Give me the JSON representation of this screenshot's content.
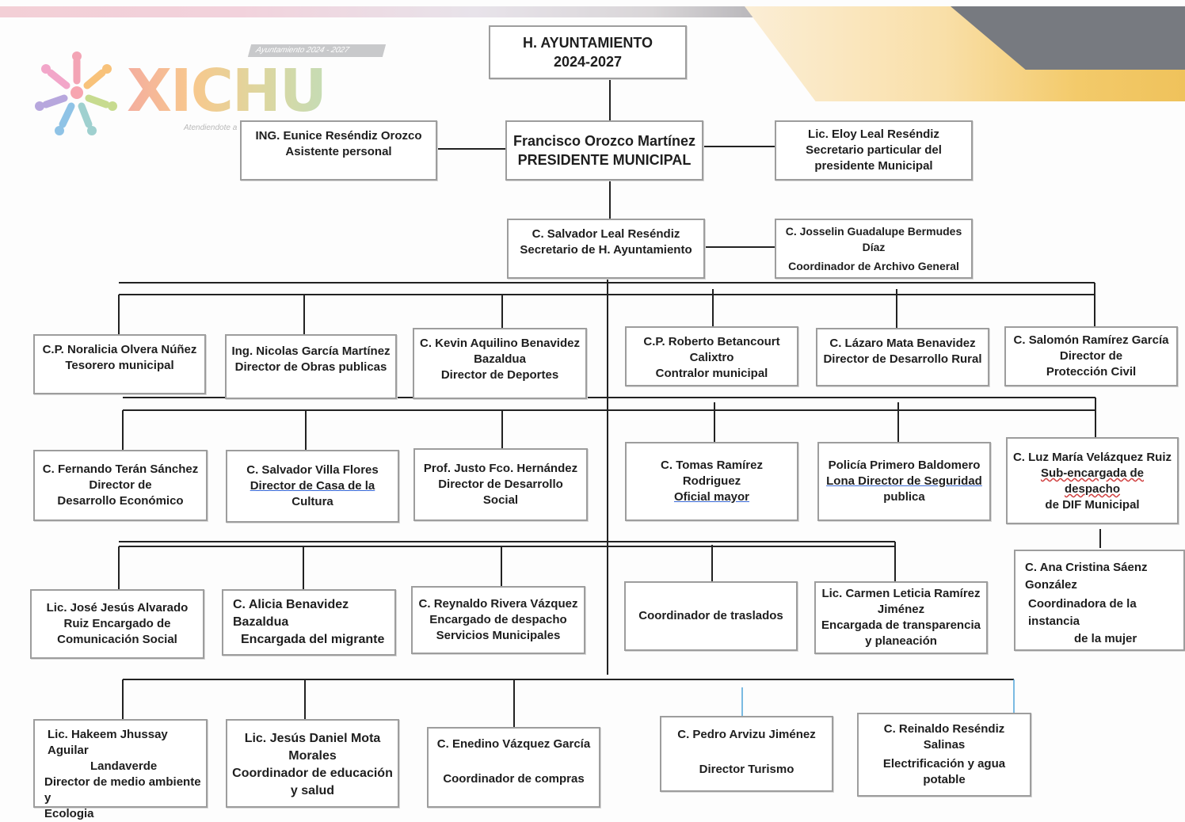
{
  "logo": {
    "tag": "Ayuntamiento 2024 - 2027",
    "word": "XICHU",
    "slogan": "Atendiendote a"
  },
  "colors": {
    "box_border": "#9d9d9d",
    "line": "#222222",
    "accent_line": "#4ea3d8"
  },
  "org": {
    "ayuntamiento": [
      "H. AYUNTAMIENTO",
      "2024-2027"
    ],
    "presidente": [
      "Francisco Orozco Martínez",
      "PRESIDENTE MUNICIPAL"
    ],
    "asistente": [
      "ING. Eunice Reséndiz Orozco",
      "Asistente personal"
    ],
    "secretario_particular": [
      "Lic. Eloy Leal Reséndiz",
      "Secretario particular del",
      "presidente Municipal"
    ],
    "secretario": [
      "C. Salvador Leal Reséndiz",
      "Secretario de H. Ayuntamiento"
    ],
    "archivo": [
      "C. Josselin Guadalupe Bermudes Díaz",
      "Coordinador de Archivo General"
    ],
    "tesorero": [
      "C.P. Noralicia Olvera Núñez",
      "Tesorero municipal"
    ],
    "obras": [
      "Ing. Nicolas García Martínez",
      "Director de Obras publicas"
    ],
    "deportes": [
      "C. Kevin Aquilino Benavidez",
      "Bazaldua",
      "Director de Deportes"
    ],
    "contralor": [
      "C.P. Roberto Betancourt",
      "Calixtro",
      "Contralor municipal"
    ],
    "rural": [
      "C. Lázaro Mata Benavidez",
      "Director de Desarrollo Rural"
    ],
    "proteccion": [
      "C. Salomón Ramírez García",
      "Director de",
      "Protección Civil"
    ],
    "economico": [
      "C. Fernando Terán Sánchez",
      "Director de",
      "Desarrollo Económico"
    ],
    "cultura": [
      "C. Salvador Villa Flores",
      "Director de Casa de la",
      "Cultura"
    ],
    "social": [
      "Prof. Justo Fco. Hernández",
      "Director de Desarrollo Social"
    ],
    "oficial": [
      "C. Tomas Ramírez Rodriguez",
      "Oficial mayor"
    ],
    "seguridad": [
      "Policía Primero Baldomero",
      "Lona Director de Seguridad",
      "publica"
    ],
    "dif": [
      "C. Luz María Velázquez Ruiz",
      "Sub-encargada de despacho",
      "de DIF Municipal"
    ],
    "mujer": [
      "C. Ana Cristina Sáenz",
      "González",
      "Coordinadora de la instancia",
      "de la mujer"
    ],
    "comunicacion": [
      "Lic. José Jesús Alvarado",
      "Ruiz Encargado de",
      "Comunicación Social"
    ],
    "migrante": [
      "C. Alicia Benavidez",
      "Bazaldua",
      "Encargada del migrante"
    ],
    "servicios": [
      "C. Reynaldo Rivera Vázquez",
      "Encargado de despacho",
      "Servicios Municipales"
    ],
    "traslados": [
      "Coordinador de traslados"
    ],
    "transparencia": [
      "Lic. Carmen Leticia Ramírez",
      "Jiménez",
      "Encargada de transparencia",
      "y planeación"
    ],
    "ambiente": [
      "Lic. Hakeem Jhussay Aguilar",
      "Landaverde",
      "Director de medio ambiente y",
      "Ecologia"
    ],
    "educacion": [
      "Lic. Jesús Daniel Mota",
      "Morales",
      "Coordinador de educación",
      "y salud"
    ],
    "compras": [
      "C. Enedino Vázquez García",
      "Coordinador de compras"
    ],
    "turismo": [
      "C. Pedro Arvizu Jiménez",
      "Director Turismo"
    ],
    "electrificacion": [
      "C. Reinaldo Reséndiz Salinas",
      "Electrificación y agua potable"
    ]
  }
}
